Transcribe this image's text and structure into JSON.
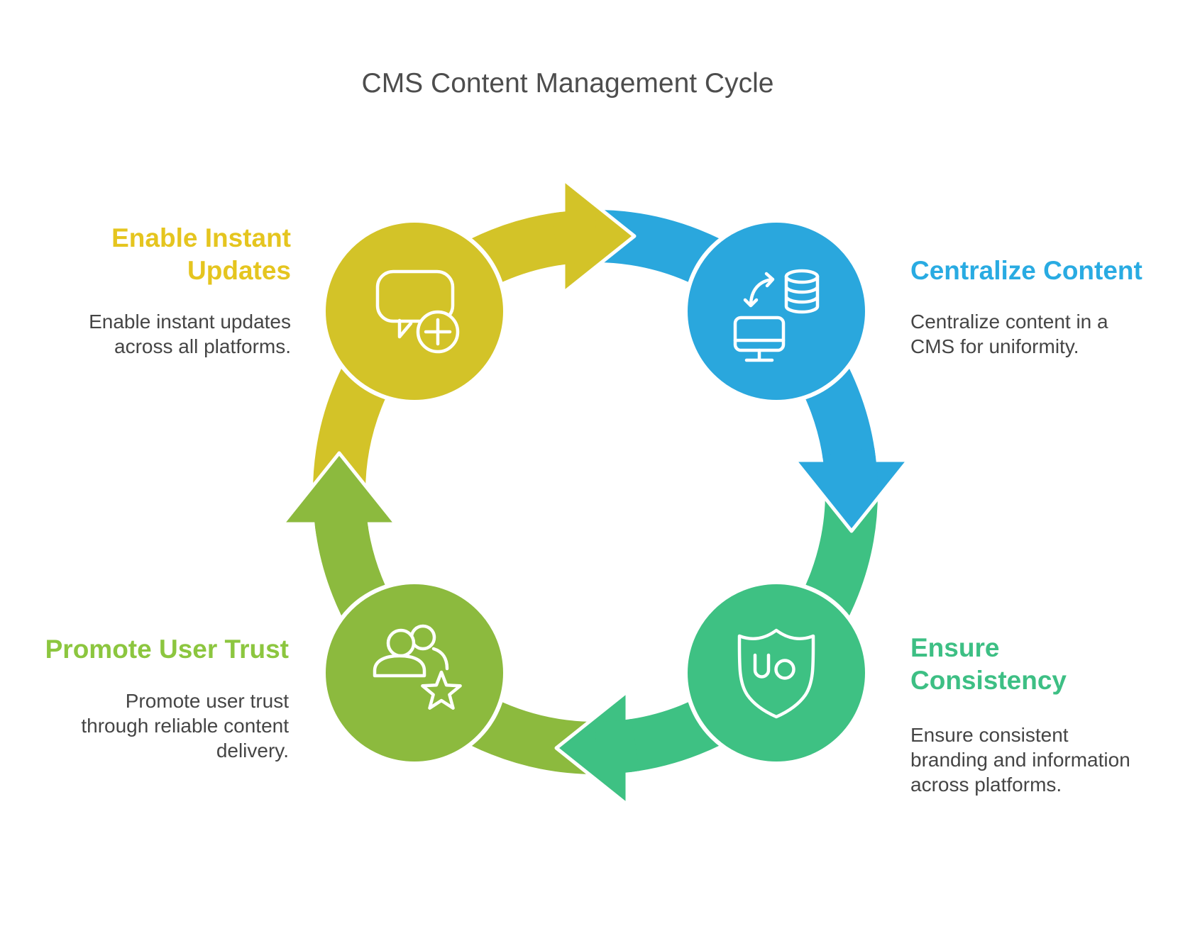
{
  "title": "CMS Content Management Cycle",
  "colors": {
    "yellow": "#d3c328",
    "yellow_heading": "#e5c51f",
    "blue": "#2aa7dd",
    "blue_heading": "#29abe2",
    "green": "#3ec183",
    "green_heading": "#3dbf84",
    "olive": "#8cba3e",
    "olive_heading": "#8cc63f",
    "title_text": "#4d4d4d",
    "body_text": "#454545",
    "icon_stroke": "#ffffff"
  },
  "nodes": [
    {
      "id": "enable-instant-updates",
      "heading_lines": [
        "Enable Instant",
        "Updates"
      ],
      "desc_lines": [
        "Enable instant updates",
        "across all platforms."
      ],
      "icon": "chat-bubble-plus-icon",
      "color": "#d3c328",
      "heading_color": "#e5c51f",
      "position": "top-left"
    },
    {
      "id": "centralize-content",
      "heading_lines": [
        "Centralize Content"
      ],
      "desc_lines": [
        "Centralize content in a",
        "CMS for uniformity."
      ],
      "icon": "monitor-database-sync-icon",
      "color": "#2aa7dd",
      "heading_color": "#29abe2",
      "position": "top-right"
    },
    {
      "id": "ensure-consistency",
      "heading_lines": [
        "Ensure",
        "Consistency"
      ],
      "desc_lines": [
        "Ensure consistent",
        "branding and information",
        "across platforms."
      ],
      "icon": "shield-uo-icon",
      "color": "#3ec183",
      "heading_color": "#3dbf84",
      "position": "bottom-right"
    },
    {
      "id": "promote-user-trust",
      "heading_lines": [
        "Promote User Trust"
      ],
      "desc_lines": [
        "Promote user trust",
        "through reliable content",
        "delivery."
      ],
      "icon": "users-star-icon",
      "color": "#8cba3e",
      "heading_color": "#8cc63f",
      "position": "bottom-left"
    }
  ],
  "arrows": [
    {
      "id": "arrow-top",
      "color": "#d3c328",
      "direction": "right",
      "from": "enable-instant-updates",
      "to": "centralize-content"
    },
    {
      "id": "arrow-right",
      "color": "#2aa7dd",
      "direction": "down",
      "from": "centralize-content",
      "to": "ensure-consistency"
    },
    {
      "id": "arrow-bottom",
      "color": "#3ec183",
      "direction": "left",
      "from": "ensure-consistency",
      "to": "promote-user-trust"
    },
    {
      "id": "arrow-left",
      "color": "#8cba3e",
      "direction": "up",
      "from": "promote-user-trust",
      "to": "enable-instant-updates"
    }
  ]
}
